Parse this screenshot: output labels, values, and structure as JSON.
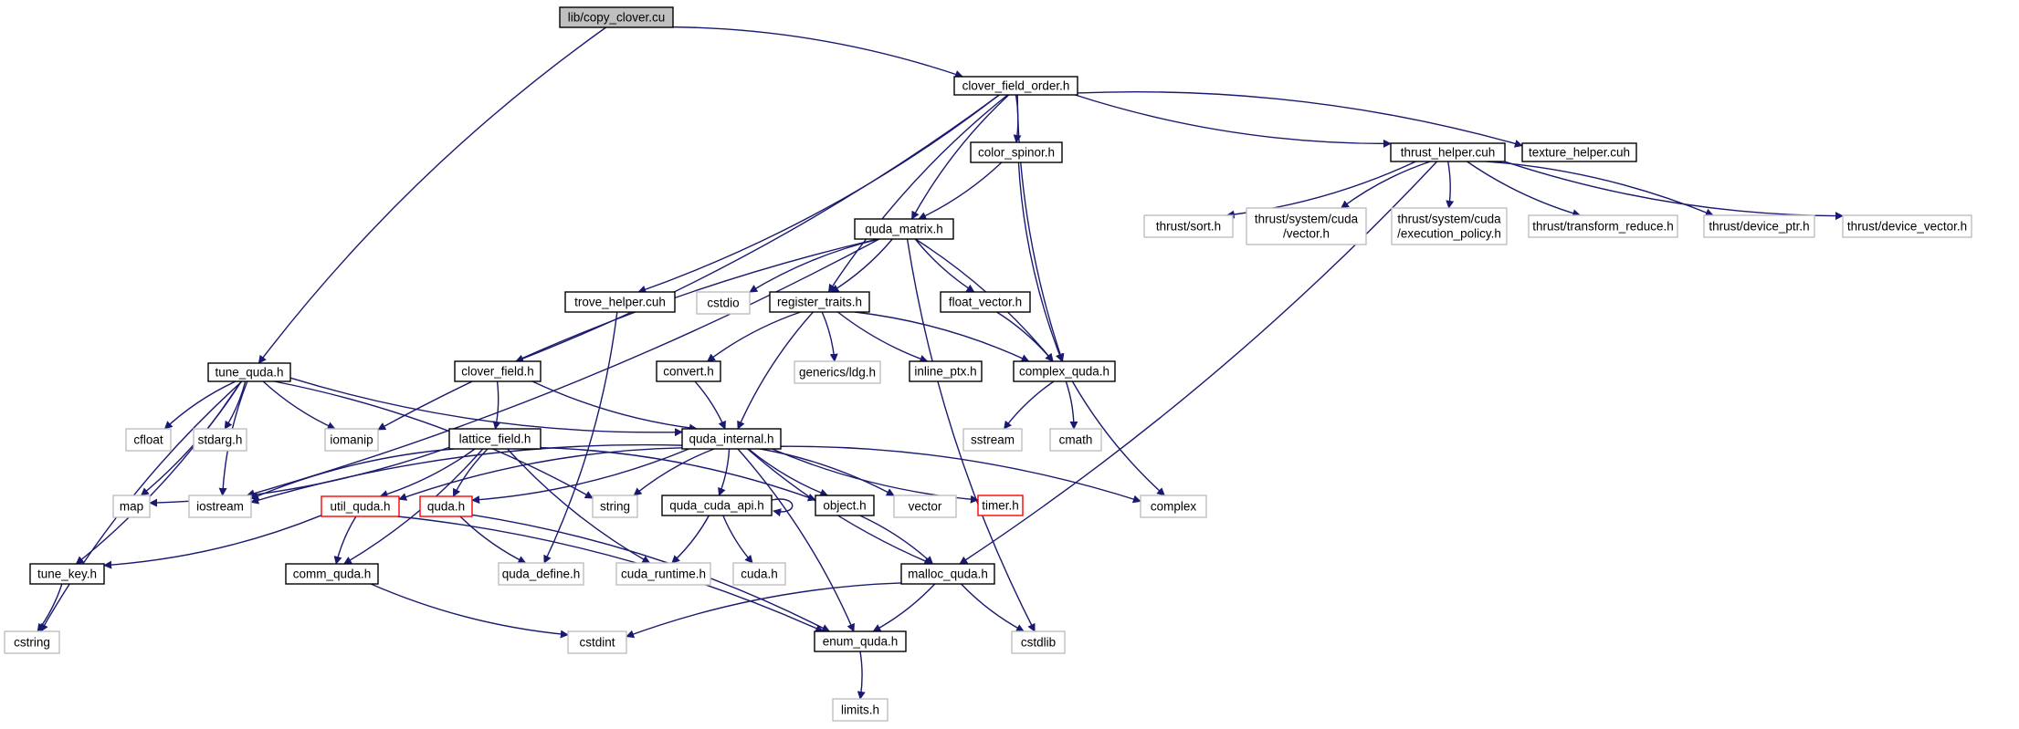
{
  "diagram": {
    "kind": "include-dependency-graph",
    "edge_color": "#191970",
    "node_border_colors": {
      "local": "#000000",
      "external": "#bfbfbf",
      "red": "#ff0000",
      "root_fill": "#bfbfbf"
    },
    "nodes": [
      {
        "id": "copy_clover",
        "lines": [
          "lib/copy_clover.cu"
        ],
        "style": "root"
      },
      {
        "id": "clover_field_order",
        "lines": [
          "clover_field_order.h"
        ],
        "style": "local"
      },
      {
        "id": "tune_quda",
        "lines": [
          "tune_quda.h"
        ],
        "style": "local"
      },
      {
        "id": "color_spinor",
        "lines": [
          "color_spinor.h"
        ],
        "style": "local"
      },
      {
        "id": "thrust_helper",
        "lines": [
          "thrust_helper.cuh"
        ],
        "style": "local"
      },
      {
        "id": "texture_helper",
        "lines": [
          "texture_helper.cuh"
        ],
        "style": "local"
      },
      {
        "id": "quda_matrix",
        "lines": [
          "quda_matrix.h"
        ],
        "style": "local"
      },
      {
        "id": "thrust_sort",
        "lines": [
          "thrust/sort.h"
        ],
        "style": "ext"
      },
      {
        "id": "thrust_vector",
        "lines": [
          "thrust/system/cuda",
          "/vector.h"
        ],
        "style": "ext"
      },
      {
        "id": "thrust_exec",
        "lines": [
          "thrust/system/cuda",
          "/execution_policy.h"
        ],
        "style": "ext"
      },
      {
        "id": "thrust_tr",
        "lines": [
          "thrust/transform_reduce.h"
        ],
        "style": "ext"
      },
      {
        "id": "thrust_dptr",
        "lines": [
          "thrust/device_ptr.h"
        ],
        "style": "ext"
      },
      {
        "id": "thrust_dvec",
        "lines": [
          "thrust/device_vector.h"
        ],
        "style": "ext"
      },
      {
        "id": "cstdio",
        "lines": [
          "cstdio"
        ],
        "style": "ext"
      },
      {
        "id": "trove_helper",
        "lines": [
          "trove_helper.cuh"
        ],
        "style": "local"
      },
      {
        "id": "register_traits",
        "lines": [
          "register_traits.h"
        ],
        "style": "local"
      },
      {
        "id": "float_vector",
        "lines": [
          "float_vector.h"
        ],
        "style": "local"
      },
      {
        "id": "clover_field",
        "lines": [
          "clover_field.h"
        ],
        "style": "local"
      },
      {
        "id": "convert",
        "lines": [
          "convert.h"
        ],
        "style": "local"
      },
      {
        "id": "generics_ldg",
        "lines": [
          "generics/ldg.h"
        ],
        "style": "ext"
      },
      {
        "id": "inline_ptx",
        "lines": [
          "inline_ptx.h"
        ],
        "style": "local"
      },
      {
        "id": "complex_quda",
        "lines": [
          "complex_quda.h"
        ],
        "style": "local"
      },
      {
        "id": "cfloat",
        "lines": [
          "cfloat"
        ],
        "style": "ext"
      },
      {
        "id": "stdarg",
        "lines": [
          "stdarg.h"
        ],
        "style": "ext"
      },
      {
        "id": "iomanip",
        "lines": [
          "iomanip"
        ],
        "style": "ext"
      },
      {
        "id": "lattice_field",
        "lines": [
          "lattice_field.h"
        ],
        "style": "local"
      },
      {
        "id": "quda_internal",
        "lines": [
          "quda_internal.h"
        ],
        "style": "local"
      },
      {
        "id": "sstream",
        "lines": [
          "sstream"
        ],
        "style": "ext"
      },
      {
        "id": "cmath",
        "lines": [
          "cmath"
        ],
        "style": "ext"
      },
      {
        "id": "map",
        "lines": [
          "map"
        ],
        "style": "ext"
      },
      {
        "id": "iostream",
        "lines": [
          "iostream"
        ],
        "style": "ext"
      },
      {
        "id": "util_quda",
        "lines": [
          "util_quda.h"
        ],
        "style": "red"
      },
      {
        "id": "quda",
        "lines": [
          "quda.h"
        ],
        "style": "red"
      },
      {
        "id": "string",
        "lines": [
          "string"
        ],
        "style": "ext"
      },
      {
        "id": "quda_cuda_api",
        "lines": [
          "quda_cuda_api.h"
        ],
        "style": "local"
      },
      {
        "id": "object",
        "lines": [
          "object.h"
        ],
        "style": "local"
      },
      {
        "id": "vector",
        "lines": [
          "vector"
        ],
        "style": "ext"
      },
      {
        "id": "timer",
        "lines": [
          "timer.h"
        ],
        "style": "red"
      },
      {
        "id": "complex",
        "lines": [
          "complex"
        ],
        "style": "ext"
      },
      {
        "id": "tune_key",
        "lines": [
          "tune_key.h"
        ],
        "style": "local"
      },
      {
        "id": "comm_quda",
        "lines": [
          "comm_quda.h"
        ],
        "style": "local"
      },
      {
        "id": "quda_define",
        "lines": [
          "quda_define.h"
        ],
        "style": "ext"
      },
      {
        "id": "cuda_runtime",
        "lines": [
          "cuda_runtime.h"
        ],
        "style": "ext"
      },
      {
        "id": "cuda",
        "lines": [
          "cuda.h"
        ],
        "style": "ext"
      },
      {
        "id": "malloc_quda",
        "lines": [
          "malloc_quda.h"
        ],
        "style": "local"
      },
      {
        "id": "cstring",
        "lines": [
          "cstring"
        ],
        "style": "ext"
      },
      {
        "id": "cstdint",
        "lines": [
          "cstdint"
        ],
        "style": "ext"
      },
      {
        "id": "enum_quda",
        "lines": [
          "enum_quda.h"
        ],
        "style": "local"
      },
      {
        "id": "cstdlib",
        "lines": [
          "cstdlib"
        ],
        "style": "ext"
      },
      {
        "id": "limits",
        "lines": [
          "limits.h"
        ],
        "style": "ext"
      }
    ],
    "edges": [
      [
        "copy_clover",
        "clover_field_order"
      ],
      [
        "copy_clover",
        "tune_quda"
      ],
      [
        "clover_field_order",
        "color_spinor"
      ],
      [
        "clover_field_order",
        "thrust_helper"
      ],
      [
        "clover_field_order",
        "texture_helper"
      ],
      [
        "clover_field_order",
        "quda_matrix"
      ],
      [
        "clover_field_order",
        "trove_helper"
      ],
      [
        "clover_field_order",
        "register_traits"
      ],
      [
        "clover_field_order",
        "clover_field"
      ],
      [
        "clover_field_order",
        "complex_quda"
      ],
      [
        "color_spinor",
        "quda_matrix"
      ],
      [
        "color_spinor",
        "complex_quda"
      ],
      [
        "thrust_helper",
        "thrust_sort"
      ],
      [
        "thrust_helper",
        "thrust_vector"
      ],
      [
        "thrust_helper",
        "thrust_exec"
      ],
      [
        "thrust_helper",
        "thrust_tr"
      ],
      [
        "thrust_helper",
        "thrust_dptr"
      ],
      [
        "thrust_helper",
        "thrust_dvec"
      ],
      [
        "thrust_helper",
        "malloc_quda"
      ],
      [
        "quda_matrix",
        "cstdio"
      ],
      [
        "quda_matrix",
        "register_traits"
      ],
      [
        "quda_matrix",
        "float_vector"
      ],
      [
        "quda_matrix",
        "complex_quda"
      ],
      [
        "quda_matrix",
        "iomanip"
      ],
      [
        "quda_matrix",
        "iostream"
      ],
      [
        "quda_matrix",
        "cstdlib"
      ],
      [
        "trove_helper",
        "quda_define"
      ],
      [
        "register_traits",
        "convert"
      ],
      [
        "register_traits",
        "generics_ldg"
      ],
      [
        "register_traits",
        "inline_ptx"
      ],
      [
        "register_traits",
        "complex_quda"
      ],
      [
        "register_traits",
        "quda_internal"
      ],
      [
        "float_vector",
        "complex_quda"
      ],
      [
        "complex_quda",
        "sstream"
      ],
      [
        "complex_quda",
        "cmath"
      ],
      [
        "complex_quda",
        "complex"
      ],
      [
        "clover_field",
        "lattice_field"
      ],
      [
        "clover_field",
        "quda_internal"
      ],
      [
        "convert",
        "quda_internal"
      ],
      [
        "tune_quda",
        "cfloat"
      ],
      [
        "tune_quda",
        "stdarg"
      ],
      [
        "tune_quda",
        "iomanip"
      ],
      [
        "tune_quda",
        "map"
      ],
      [
        "tune_quda",
        "iostream"
      ],
      [
        "tune_quda",
        "string"
      ],
      [
        "tune_quda",
        "quda_internal"
      ],
      [
        "tune_quda",
        "tune_key"
      ],
      [
        "tune_quda",
        "cstring"
      ],
      [
        "lattice_field",
        "map"
      ],
      [
        "lattice_field",
        "iostream"
      ],
      [
        "lattice_field",
        "util_quda"
      ],
      [
        "lattice_field",
        "quda"
      ],
      [
        "lattice_field",
        "comm_quda"
      ],
      [
        "lattice_field",
        "cuda_runtime"
      ],
      [
        "lattice_field",
        "object"
      ],
      [
        "quda_internal",
        "util_quda"
      ],
      [
        "quda_internal",
        "quda"
      ],
      [
        "quda_internal",
        "string"
      ],
      [
        "quda_internal",
        "quda_cuda_api"
      ],
      [
        "quda_internal",
        "object"
      ],
      [
        "quda_internal",
        "vector"
      ],
      [
        "quda_internal",
        "timer"
      ],
      [
        "quda_internal",
        "complex"
      ],
      [
        "quda_internal",
        "malloc_quda"
      ],
      [
        "quda_internal",
        "enum_quda"
      ],
      [
        "quda_internal",
        "iostream"
      ],
      [
        "util_quda",
        "tune_key"
      ],
      [
        "util_quda",
        "comm_quda"
      ],
      [
        "util_quda",
        "enum_quda"
      ],
      [
        "quda",
        "quda_define"
      ],
      [
        "quda",
        "enum_quda"
      ],
      [
        "quda_cuda_api",
        "quda_cuda_api"
      ],
      [
        "quda_cuda_api",
        "cuda_runtime"
      ],
      [
        "quda_cuda_api",
        "cuda"
      ],
      [
        "object",
        "malloc_quda"
      ],
      [
        "malloc_quda",
        "cstdint"
      ],
      [
        "malloc_quda",
        "enum_quda"
      ],
      [
        "malloc_quda",
        "cstdlib"
      ],
      [
        "tune_key",
        "cstring"
      ],
      [
        "comm_quda",
        "cstdint"
      ],
      [
        "enum_quda",
        "limits"
      ]
    ]
  }
}
